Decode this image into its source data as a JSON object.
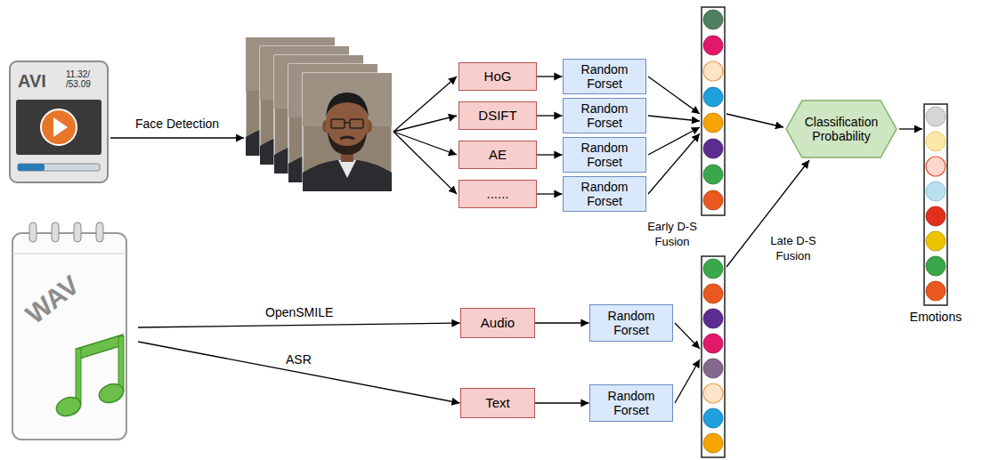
{
  "diagram": {
    "nodes": [
      {
        "text": [
          "AVI",
          "11.32/ /53.09"
        ]
      },
      {
        "text": [
          "HoG"
        ]
      },
      {
        "text": [
          "Random Forset"
        ]
      },
      {
        "text": [
          "DSIFT"
        ]
      },
      {
        "text": [
          "Random Forset"
        ]
      },
      {
        "text": [
          "AE"
        ]
      },
      {
        "text": [
          "Random Forset"
        ]
      },
      {
        "text": [
          "......"
        ]
      },
      {
        "text": [
          "Random Forset"
        ]
      },
      {
        "text": [
          "Classification Probability"
        ]
      },
      {
        "text": [
          "WAV"
        ]
      },
      {
        "text": [
          "Audio"
        ]
      },
      {
        "text": [
          "Random Forset"
        ]
      },
      {
        "text": [
          "Text"
        ]
      },
      {
        "text": [
          "Random Forset"
        ]
      }
    ],
    "edges": [
      {
        "from": 1,
        "to": 2,
        "arrow": "to"
      },
      {
        "from": 3,
        "to": 4,
        "arrow": "to"
      },
      {
        "from": 5,
        "to": 6,
        "arrow": "to"
      },
      {
        "from": 7,
        "to": 8,
        "arrow": "to"
      },
      {
        "from": 10,
        "to": 11,
        "label": "OpenSMILE",
        "arrow": "to"
      },
      {
        "from": 10,
        "to": 13,
        "label": "ASR",
        "arrow": "to"
      },
      {
        "from": 11,
        "to": 12,
        "arrow": "to"
      },
      {
        "from": 13,
        "to": 14,
        "arrow": "to"
      }
    ],
    "labels": [
      "Face Detection",
      "Early D-S Fusion",
      "Late D-S Fusion",
      "Emotions"
    ]
  }
}
